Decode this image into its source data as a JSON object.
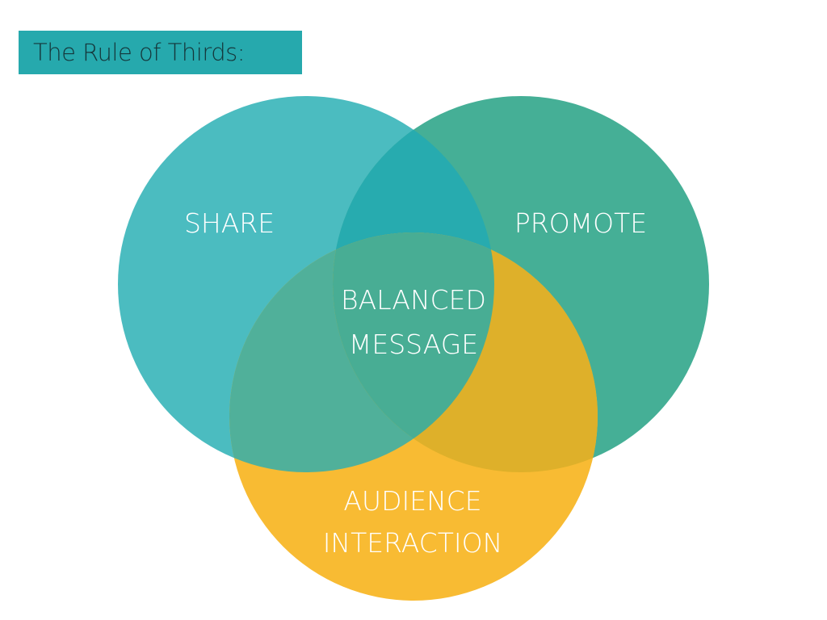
{
  "title": "The Rule of Thirds:",
  "colors": {
    "title_bg": "#26a9ad",
    "title_text": "#15363a",
    "share": "#4bbcc0",
    "promote": "#45af96",
    "audience": "#f8bb33",
    "share_promote": "#27abaf",
    "share_audience": "#50b09a",
    "promote_audience": "#deb02a",
    "center": "#48ad94",
    "label_text": "#ffffff"
  },
  "circles": {
    "share": {
      "label": "SHARE"
    },
    "promote": {
      "label": "PROMOTE"
    },
    "audience": {
      "label_line1": "AUDIENCE",
      "label_line2": "INTERACTION"
    }
  },
  "center": {
    "label_line1": "BALANCED",
    "label_line2": "MESSAGE"
  }
}
